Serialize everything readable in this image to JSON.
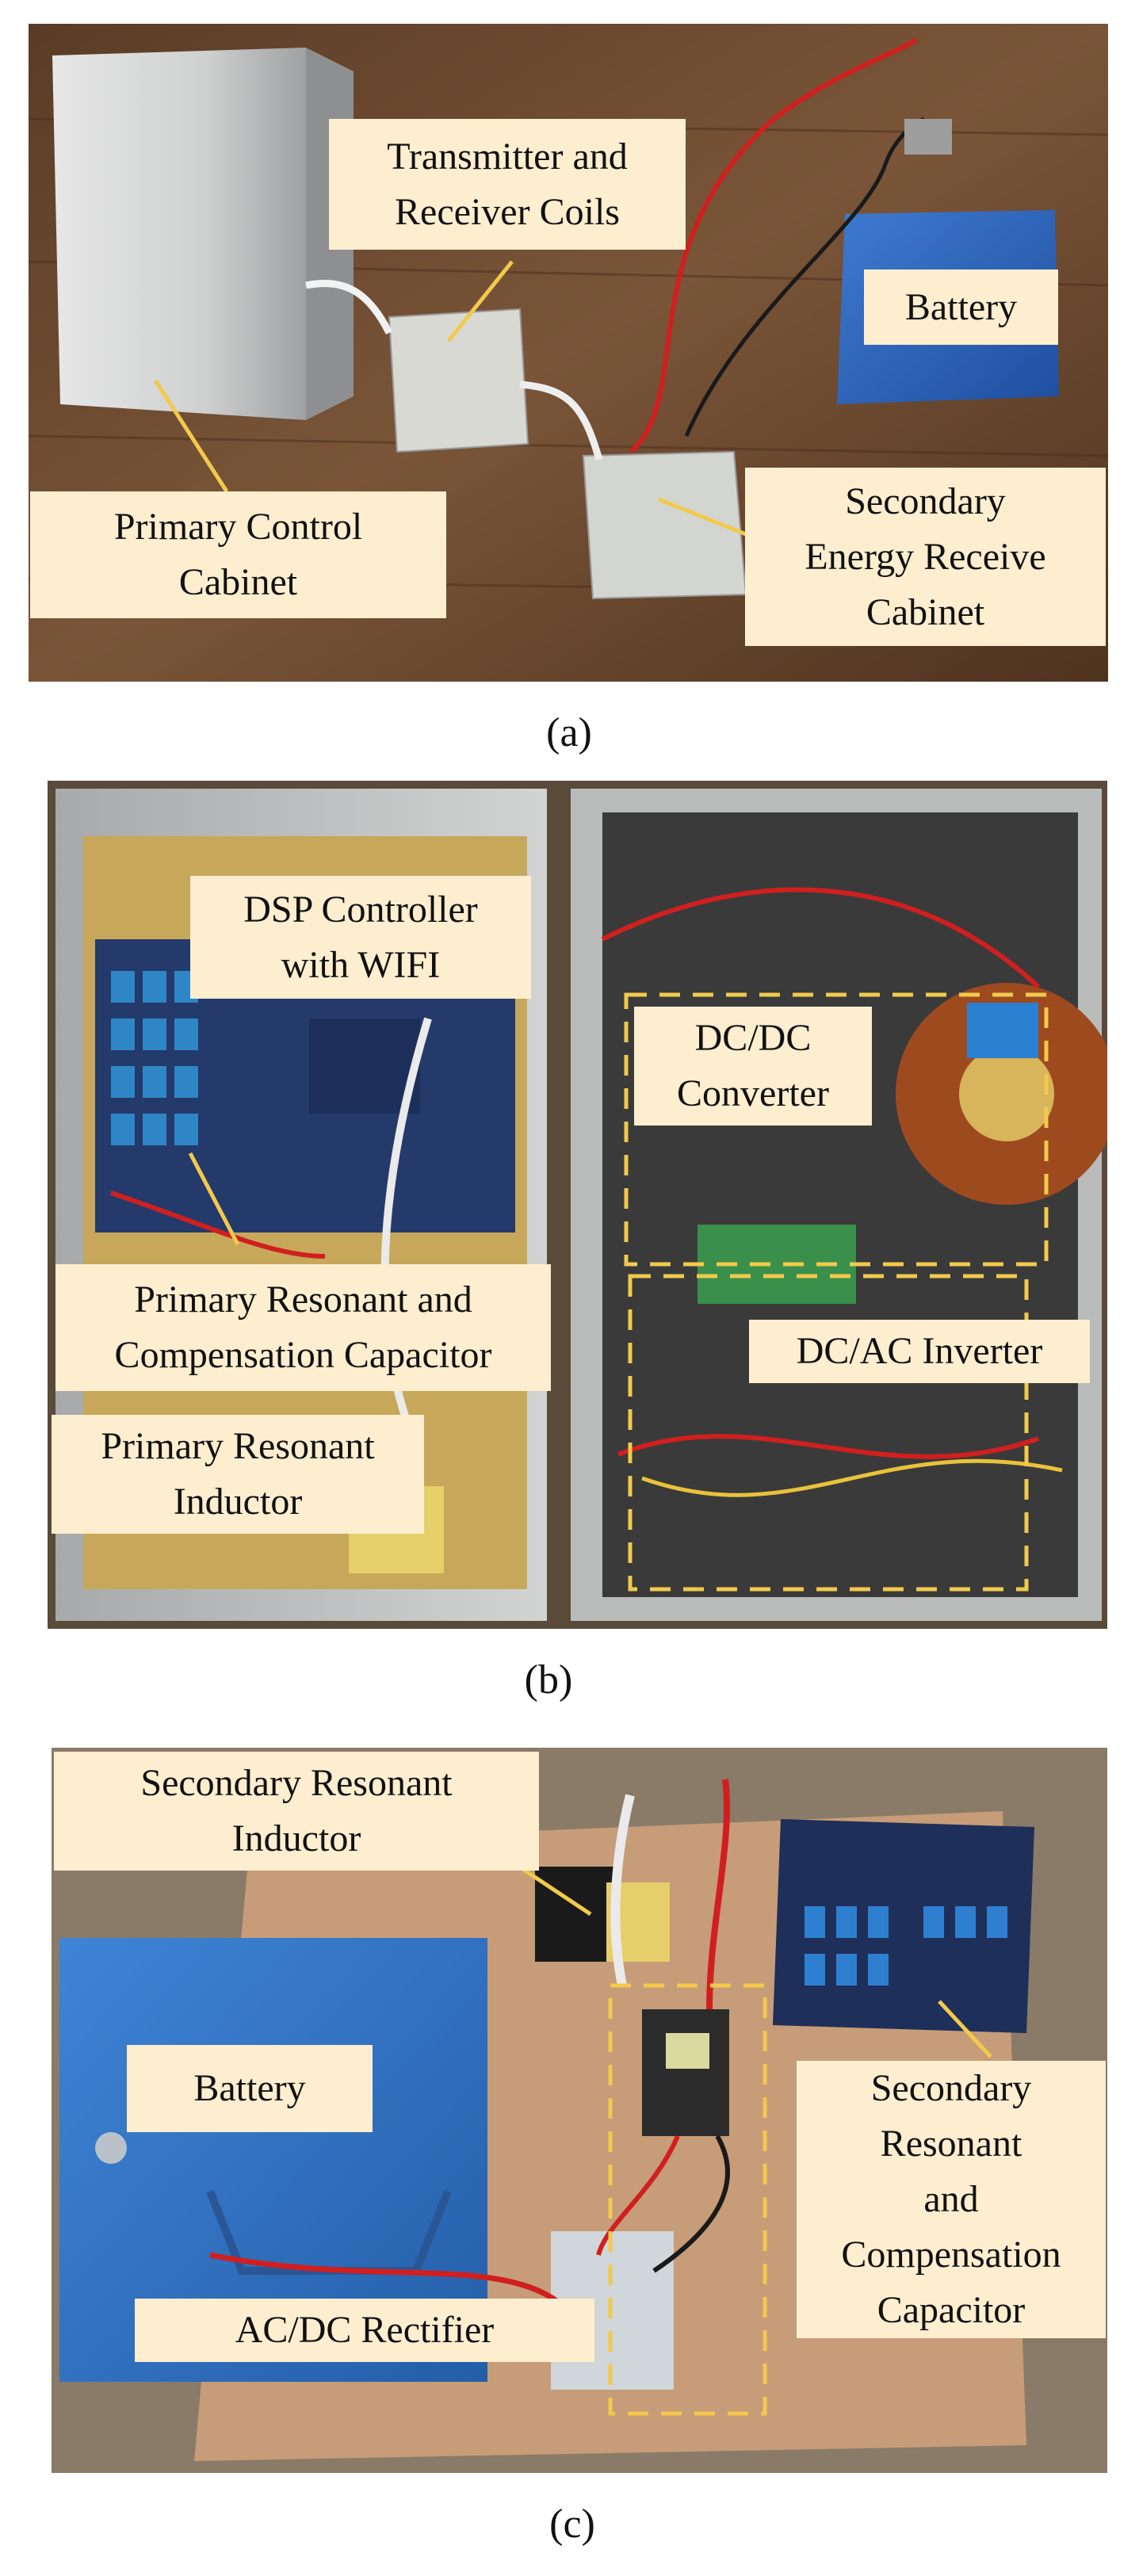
{
  "panels": [
    {
      "caption": "(a)",
      "labels": {
        "coils": "Transmitter and\nReceiver Coils",
        "battery": "Battery",
        "primary_cabinet": "Primary Control\nCabinet",
        "secondary_cabinet": "Secondary\nEnergy Receive\nCabinet"
      }
    },
    {
      "caption": "(b)",
      "labels": {
        "dsp": "DSP Controller\nwith WIFI",
        "dcdc": "DC/DC\nConverter",
        "primary_cap": "Primary Resonant and\nCompensation Capacitor",
        "dcac": "DC/AC Inverter",
        "primary_inductor": "Primary Resonant\nInductor"
      }
    },
    {
      "caption": "(c)",
      "labels": {
        "secondary_inductor": "Secondary Resonant\nInductor",
        "battery": "Battery",
        "secondary_cap": "Secondary\nResonant\nand\nCompensation\nCapacitor",
        "rectifier": "AC/DC Rectifier"
      }
    }
  ],
  "colors": {
    "wood": "#6b4a30",
    "label_bg": "#fdeed0",
    "leader": "#f2c94c",
    "dashed_box": "#f2c94c",
    "battery_blue": "#2f66b8",
    "red_wire": "#d11f1f"
  }
}
